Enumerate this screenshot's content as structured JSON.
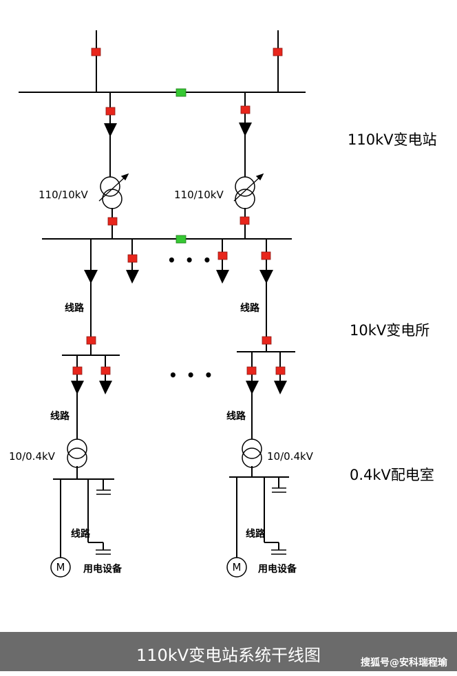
{
  "diagram": {
    "levels": {
      "level_110": "110kV变电站",
      "level_10": "10kV变电所",
      "level_04": "0.4kV配电室"
    },
    "ratings": {
      "t1_left": "110/10kV",
      "t1_right": "110/10kV",
      "t2_left": "10/0.4kV",
      "t2_right": "10/0.4kV"
    },
    "lines": {
      "l1_left": "线路",
      "l1_right": "线路",
      "l2_left": "线路",
      "l2_right": "线路",
      "l3_left": "线路",
      "l3_right": "线路"
    },
    "loads": {
      "left": "用电设备",
      "right": "用电设备",
      "motor_left": "M",
      "motor_right": "M"
    },
    "ellipsis": {
      "a": "• • •",
      "b": "• • •"
    },
    "colors": {
      "breaker": "#e8261c",
      "bus_tie": "#36c833",
      "line": "#000000"
    }
  },
  "caption": {
    "title": "110kV变电站系统干线图",
    "watermark": "搜狐号@安科瑞程瑜"
  }
}
